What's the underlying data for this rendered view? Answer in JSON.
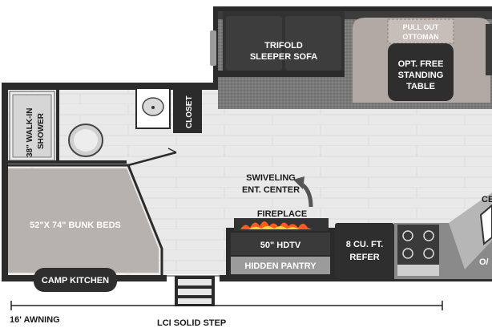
{
  "labels": {
    "sofa_line1": "TRIFOLD",
    "sofa_line2": "SLEEPER SOFA",
    "ottoman_line1": "PULL OUT",
    "ottoman_line2": "OTTOMAN",
    "table_line1": "OPT. FREE",
    "table_line2": "STANDING",
    "table_line3": "TABLE",
    "shower_line1": "38\" WALK-IN",
    "shower_line2": "SHOWER",
    "closet": "CLOSET",
    "ent_line1": "SWIVELING",
    "ent_line2": "ENT. CENTER",
    "fireplace": "FIREPLACE",
    "hdtv": "50\" HDTV",
    "pantry": "HIDDEN PANTRY",
    "fridge_line1": "8 CU. FT.",
    "fridge_line2": "REFER",
    "bunk_beds": "52\"X 74\" BUNK BEDS",
    "camp_kitchen": "CAMP KITCHEN",
    "awning": "16' AWNING",
    "step": "LCI SOLID STEP",
    "edge_partial_1": "CE",
    "edge_partial_2": "O/"
  },
  "colors": {
    "wall": "#2b2b2b",
    "floor": "#e9e9e9",
    "floor_plank": "#dcdcdc",
    "carpet_dark": "#6f6f6f",
    "sofa": "#3a3a3a",
    "dinette": "#b3a9a4",
    "bunk": "#b8b2ae",
    "counter": "#8a8a8a",
    "white": "#ffffff",
    "flame": "#ff5a1f"
  }
}
